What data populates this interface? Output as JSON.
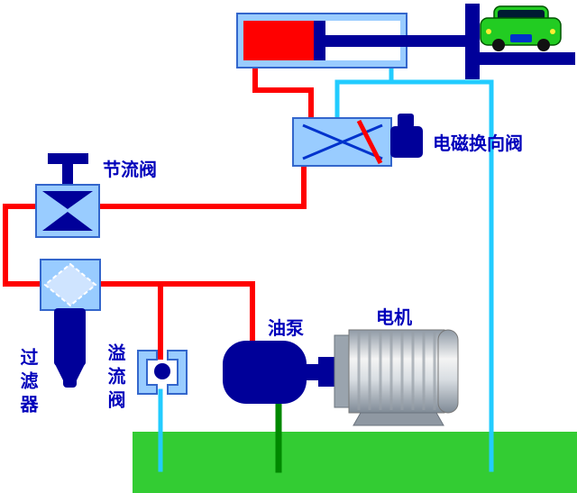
{
  "diagram": {
    "labels": {
      "throttle_valve": "节流阀",
      "solenoid_valve": "电磁换向阀",
      "filter": "过滤器",
      "relief_valve": "溢流阀",
      "pump": "油泵",
      "motor": "电机"
    }
  },
  "colors": {
    "background": "#ffffff",
    "pipe_red": "#ff0000",
    "pipe_cyan": "#22ccff",
    "pipe_green": "#008800",
    "tank_green": "#33cc33",
    "navy": "#000099",
    "light_blue": "#99ccff",
    "valve_border": "#3366cc",
    "label_blue": "#0000bb",
    "car_green": "#22cc22"
  }
}
